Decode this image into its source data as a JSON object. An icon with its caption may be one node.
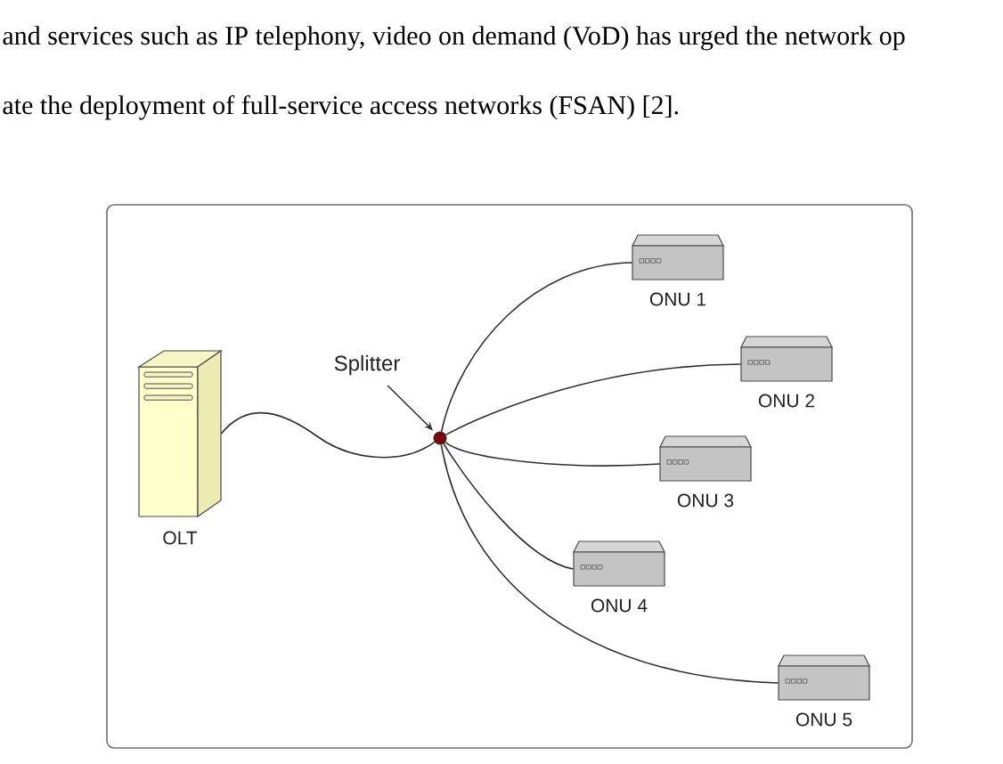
{
  "diagram": {
    "nodes": [
      {
        "text": [
          "OLT"
        ]
      },
      {
        "text": [
          "Splitter"
        ]
      },
      {
        "text": [],
        "shape": "circle"
      },
      {
        "text": [
          "ONU 1"
        ]
      },
      {
        "text": [
          "ONU 2"
        ]
      },
      {
        "text": [
          "ONU 3"
        ]
      },
      {
        "text": [
          "ONU 4"
        ]
      },
      {
        "text": [
          "ONU 5"
        ]
      }
    ],
    "edges": [
      {
        "from": 1,
        "to": 2,
        "arrow": "to"
      },
      {
        "from": 0,
        "to": 2,
        "arrow": "none"
      },
      {
        "from": 2,
        "to": 3,
        "arrow": "none"
      },
      {
        "from": 2,
        "to": 4,
        "arrow": "none"
      },
      {
        "from": 2,
        "to": 5,
        "arrow": "none"
      },
      {
        "from": 2,
        "to": 6,
        "arrow": "none"
      },
      {
        "from": 2,
        "to": 7,
        "arrow": "none"
      }
    ],
    "labels": [
      "and services such as IP telephony, video on demand (VoD) has urged the network op",
      "ate the deployment of full-service access networks (FSAN) [2]."
    ]
  }
}
